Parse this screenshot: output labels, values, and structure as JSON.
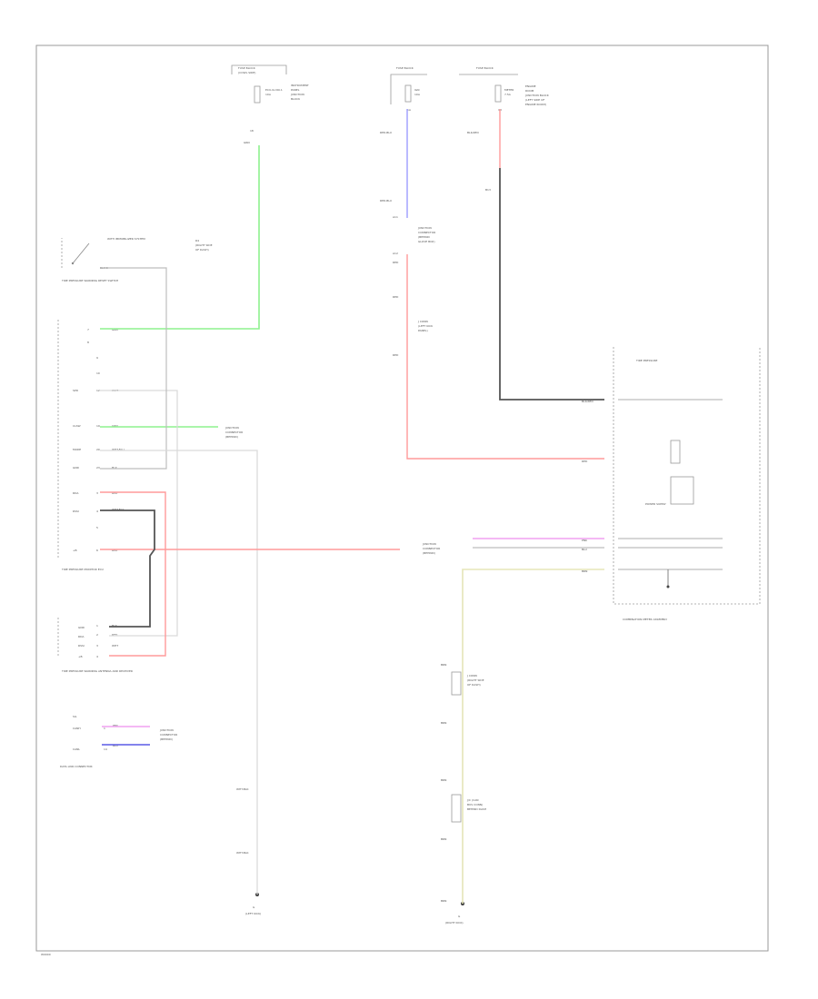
{
  "diagram": {
    "labels": {
      "fuse_left_title": "FUSE BLOCK",
      "fuse_left_sub": "(COWL SIDE)",
      "fuse_center_title": "FUSE BLOCK",
      "fuse_right_title": "FUSE BLOCK",
      "tpms_reset_switch": "TIRE PRESSURE WARNING RESET SWITCH",
      "tpms_ecu": "TIRE PRESSURE MONITOR ECU",
      "tpms_receiver": "TIRE PRESSURE WARNING ANTENNA AND RECEIVER",
      "combination_meter": "COMBINATION METER ASSEMBLY",
      "tire_pressure_meter": "TIRE PRESSURE",
      "dlc_left": "DATA LINK CONNECTOR",
      "ground_left": "G",
      "ground_right": "G",
      "power_supply": "POWER SUPPLY",
      "bottom_mark": "W0000"
    },
    "wire_colors": {
      "green": "#8ef28e",
      "blue": "#a8a8ff",
      "red": "#ff9a9a",
      "black": "#555555",
      "pink": "#f0a0f0",
      "yellow": "#e5e5b8",
      "white": "#d9d9d9"
    }
  }
}
